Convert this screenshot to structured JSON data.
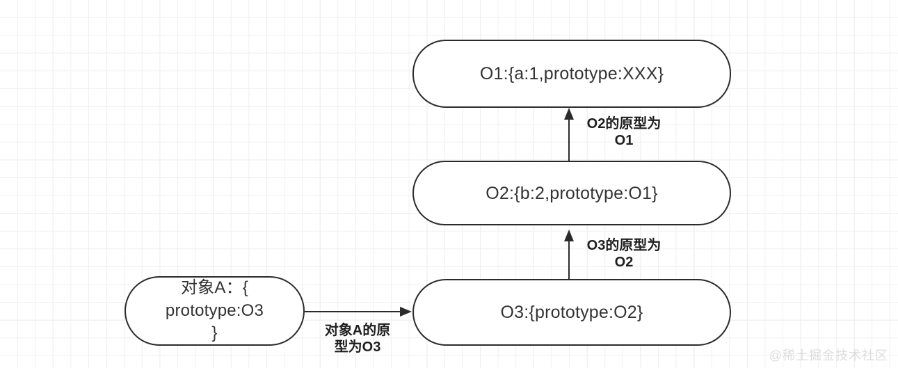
{
  "diagram": {
    "title": "JavaScript prototype chain diagram",
    "background": {
      "grid_minor_color": "#f0f0f0",
      "grid_major_color": "#e6e6e6",
      "page_color": "#ffffff"
    },
    "stroke_color": "#2b2b2b",
    "text_color": "#333333",
    "label_color": "#1f1f1f",
    "nodes": [
      {
        "id": "o1",
        "label": "O1:{a:1,prototype:XXX}"
      },
      {
        "id": "o2",
        "label": "O2:{b:2,prototype:O1}"
      },
      {
        "id": "o3",
        "label": "O3:{prototype:O2}"
      },
      {
        "id": "objectA",
        "label": "对象A：{\nprototype:O3\n}"
      }
    ],
    "edges": [
      {
        "id": "o2-to-o1",
        "from": "o2",
        "to": "o1",
        "label": "O2的原型为\nO1",
        "direction": "up"
      },
      {
        "id": "o3-to-o2",
        "from": "o3",
        "to": "o2",
        "label": "O3的原型为\nO2",
        "direction": "up"
      },
      {
        "id": "a-to-o3",
        "from": "objectA",
        "to": "o3",
        "label": "对象A的原\n型为O3",
        "direction": "right"
      }
    ]
  },
  "watermark": {
    "text": "@稀土掘金技术社区",
    "color": "#dcdcdc"
  }
}
